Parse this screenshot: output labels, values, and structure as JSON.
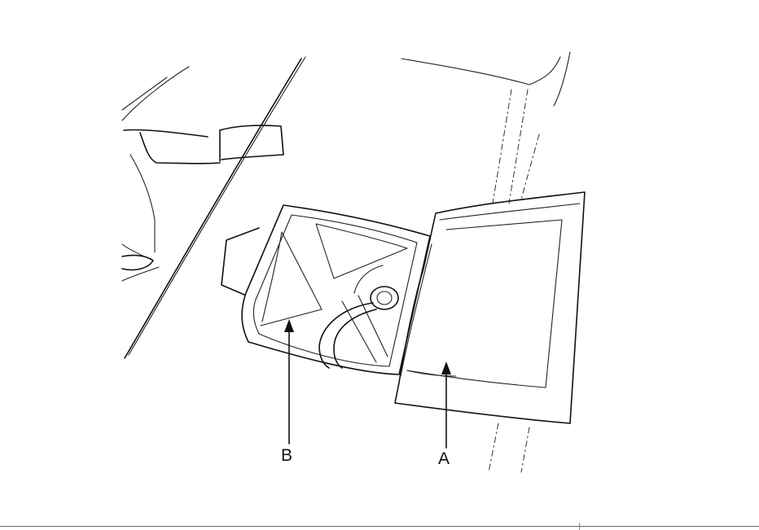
{
  "diagram": {
    "callouts": [
      {
        "id": "B",
        "label": "B"
      },
      {
        "id": "A",
        "label": "A"
      }
    ]
  }
}
